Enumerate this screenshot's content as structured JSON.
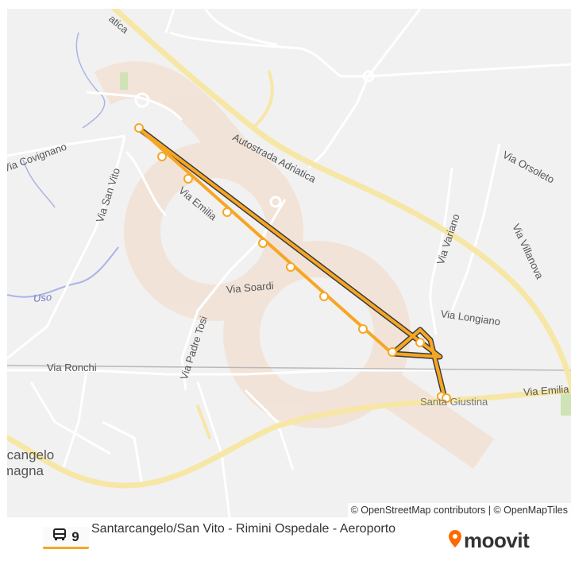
{
  "map": {
    "street_labels": [
      {
        "id": "autostrada-top",
        "text": "atica",
        "water": false
      },
      {
        "id": "autostrada-main",
        "text": "Autostrada Adriatica",
        "water": false
      },
      {
        "id": "via-covignano",
        "text": "Via Covignano",
        "water": false
      },
      {
        "id": "via-san-vito",
        "text": "Via San Vito",
        "water": false
      },
      {
        "id": "via-emilia-diag",
        "text": "Via Emilia",
        "water": false
      },
      {
        "id": "via-orsoleto",
        "text": "Via Orsoleto",
        "water": false
      },
      {
        "id": "via-variano",
        "text": "Via Variano",
        "water": false
      },
      {
        "id": "via-villanova",
        "text": "Via Villanova",
        "water": false
      },
      {
        "id": "via-soardi",
        "text": "Via Soardi",
        "water": false
      },
      {
        "id": "uso",
        "text": "Uso",
        "water": true
      },
      {
        "id": "via-longiano",
        "text": "Via Longiano",
        "water": false
      },
      {
        "id": "via-padre-tosi",
        "text": "Via Padre Tosi",
        "water": false
      },
      {
        "id": "via-ronchi",
        "text": "Via Ronchi",
        "water": false
      },
      {
        "id": "santa-giustina",
        "text": "Santa Giustina",
        "water": false
      },
      {
        "id": "via-emilia-east",
        "text": "Via Emilia",
        "water": false
      }
    ],
    "town_label": [
      "rcangelo",
      "magna"
    ],
    "attribution": "© OpenStreetMap contributors | © OpenMapTiles",
    "stop_count": 12,
    "colors": {
      "route": "#f6a623",
      "route_outline": "#3a3a3a",
      "motorway": "#f7e7a6",
      "background": "#f1f1f1",
      "watermark": "#f4d8c4"
    }
  },
  "footer": {
    "route_icon": "bus-icon",
    "route_number": "9",
    "route_title": "Santarcangelo/San Vito - Rimini Ospedale - Aeroporto",
    "brand_icon": "location-pin-icon",
    "brand_name": "moovit",
    "brand_color": "#ff6a00"
  }
}
